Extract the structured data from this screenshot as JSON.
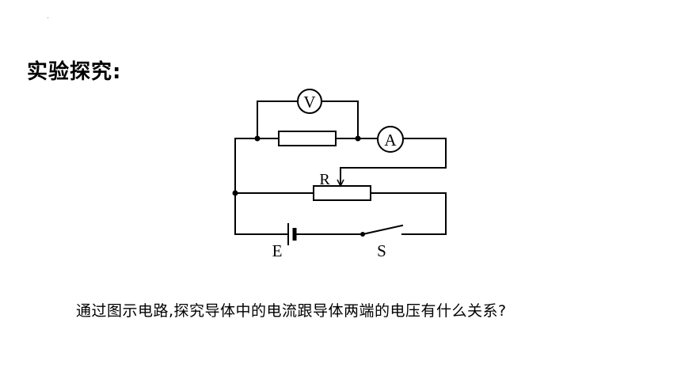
{
  "slide": {
    "title": "实验探究:",
    "question": "通过图示电路,探究导体中的电流跟导体两端的电压有什么关系?"
  },
  "circuit": {
    "voltmeter_label": "V",
    "ammeter_label": "A",
    "rheostat_label": "R",
    "battery_label": "E",
    "switch_label": "S"
  }
}
